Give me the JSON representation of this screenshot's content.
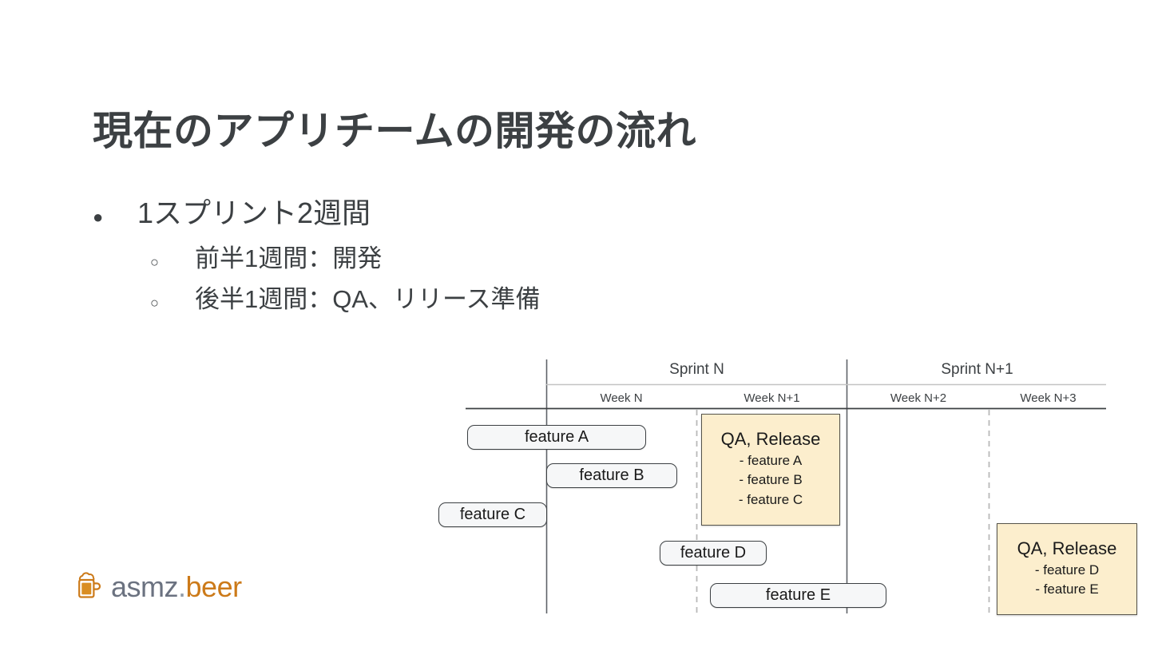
{
  "slide": {
    "title": "現在のアプリチームの開発の流れ",
    "bullets": [
      {
        "level": 1,
        "marker": "●",
        "text": "1スプリント2週間"
      },
      {
        "level": 2,
        "marker": "○",
        "text": "前半1週間：開発"
      },
      {
        "level": 2,
        "marker": "○",
        "text": "後半1週間：QA、リリース準備"
      }
    ]
  },
  "diagram": {
    "sprints": [
      {
        "label": "Sprint N"
      },
      {
        "label": "Sprint N+1"
      }
    ],
    "weeks": [
      {
        "label": "Week N"
      },
      {
        "label": "Week N+1"
      },
      {
        "label": "Week N+2"
      },
      {
        "label": "Week N+3"
      }
    ],
    "features": [
      {
        "label": "feature A"
      },
      {
        "label": "feature B"
      },
      {
        "label": "feature C"
      },
      {
        "label": "feature D"
      },
      {
        "label": "feature E"
      }
    ],
    "qa_boxes": [
      {
        "title": "QA, Release",
        "items": [
          "- feature A",
          "- feature B",
          "- feature C"
        ]
      },
      {
        "title": "QA, Release",
        "items": [
          "- feature D",
          "- feature E"
        ]
      }
    ],
    "colors": {
      "qa_fill": "#fceecd",
      "qa_border": "#56544b",
      "pill_fill": "#f6f7f8",
      "pill_border": "#3c4043",
      "rule": "#3c4043",
      "rule_light": "#c4c4c4",
      "dashed": "#b9b9b9"
    }
  },
  "logo": {
    "icon": "beer-mug-icon",
    "name_primary": "asmz",
    "name_dot": ".",
    "name_secondary": "beer",
    "colors": {
      "primary": "#6b7280",
      "dot": "#8e9aa8",
      "secondary": "#cc7a19",
      "mug": "#cc7a19"
    }
  }
}
